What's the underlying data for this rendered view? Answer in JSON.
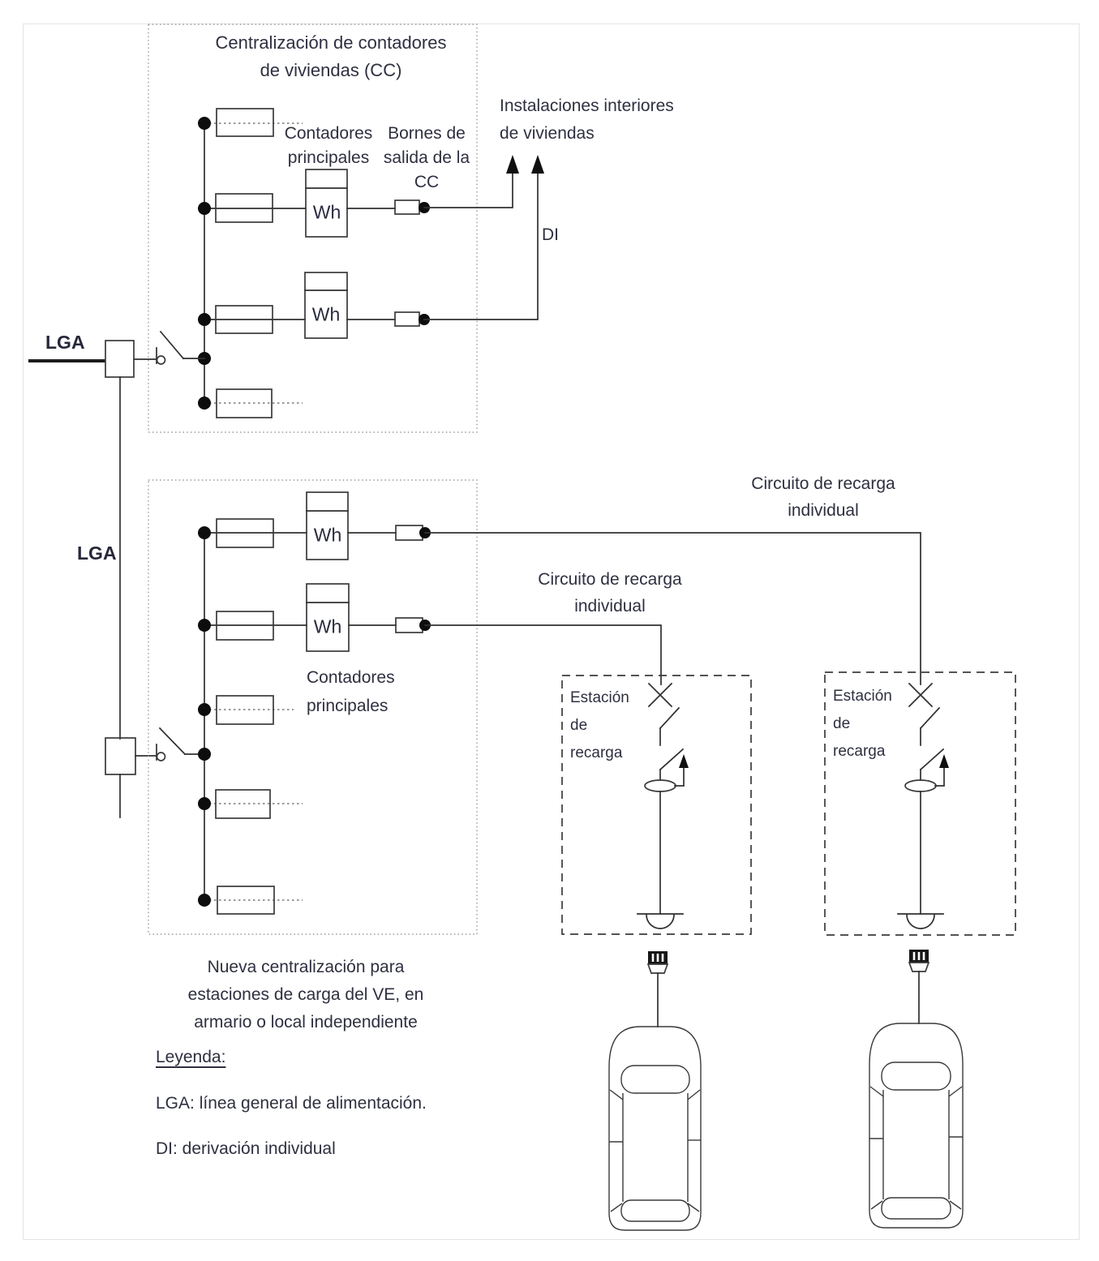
{
  "colors": {
    "text": "#2e3040",
    "line": "#303030",
    "junction_dot": "#0d0d0d",
    "page_frame": "#e4e4e4"
  },
  "cc_viviendas": {
    "title_lines": [
      "Centralización de contadores",
      "de viviendas (CC)"
    ],
    "contadores_label_lines": [
      "Contadores",
      "principales"
    ],
    "bornes_label_lines": [
      "Bornes de",
      "salida de la",
      "CC"
    ],
    "meter1_text": "Wh",
    "meter2_text": "Wh"
  },
  "instalaciones_interiores": {
    "label_lines": [
      "Instalaciones interiores",
      "de viviendas"
    ],
    "di_label": "DI"
  },
  "lga": {
    "label_top": "LGA",
    "label_mid": "LGA"
  },
  "cc_recarga": {
    "contadores_label_lines": [
      "Contadores",
      "principales"
    ],
    "meter1_text": "Wh",
    "meter2_text": "Wh",
    "caption_lines": [
      "Nueva centralización para",
      "estaciones de carga del VE, en",
      "armario o local independiente"
    ]
  },
  "circuito_recarga_1": {
    "label_lines": [
      "Circuito de recarga",
      "individual"
    ]
  },
  "circuito_recarga_2": {
    "label_lines": [
      "Circuito de recarga",
      "individual"
    ]
  },
  "estacion_1": {
    "label_lines": [
      "Estación",
      "de",
      "recarga"
    ]
  },
  "estacion_2": {
    "label_lines": [
      "Estación",
      "de",
      "recarga"
    ]
  },
  "leyenda": {
    "heading": "Leyenda:",
    "items": [
      "LGA: línea general de alimentación.",
      "DI: derivación individual"
    ]
  }
}
